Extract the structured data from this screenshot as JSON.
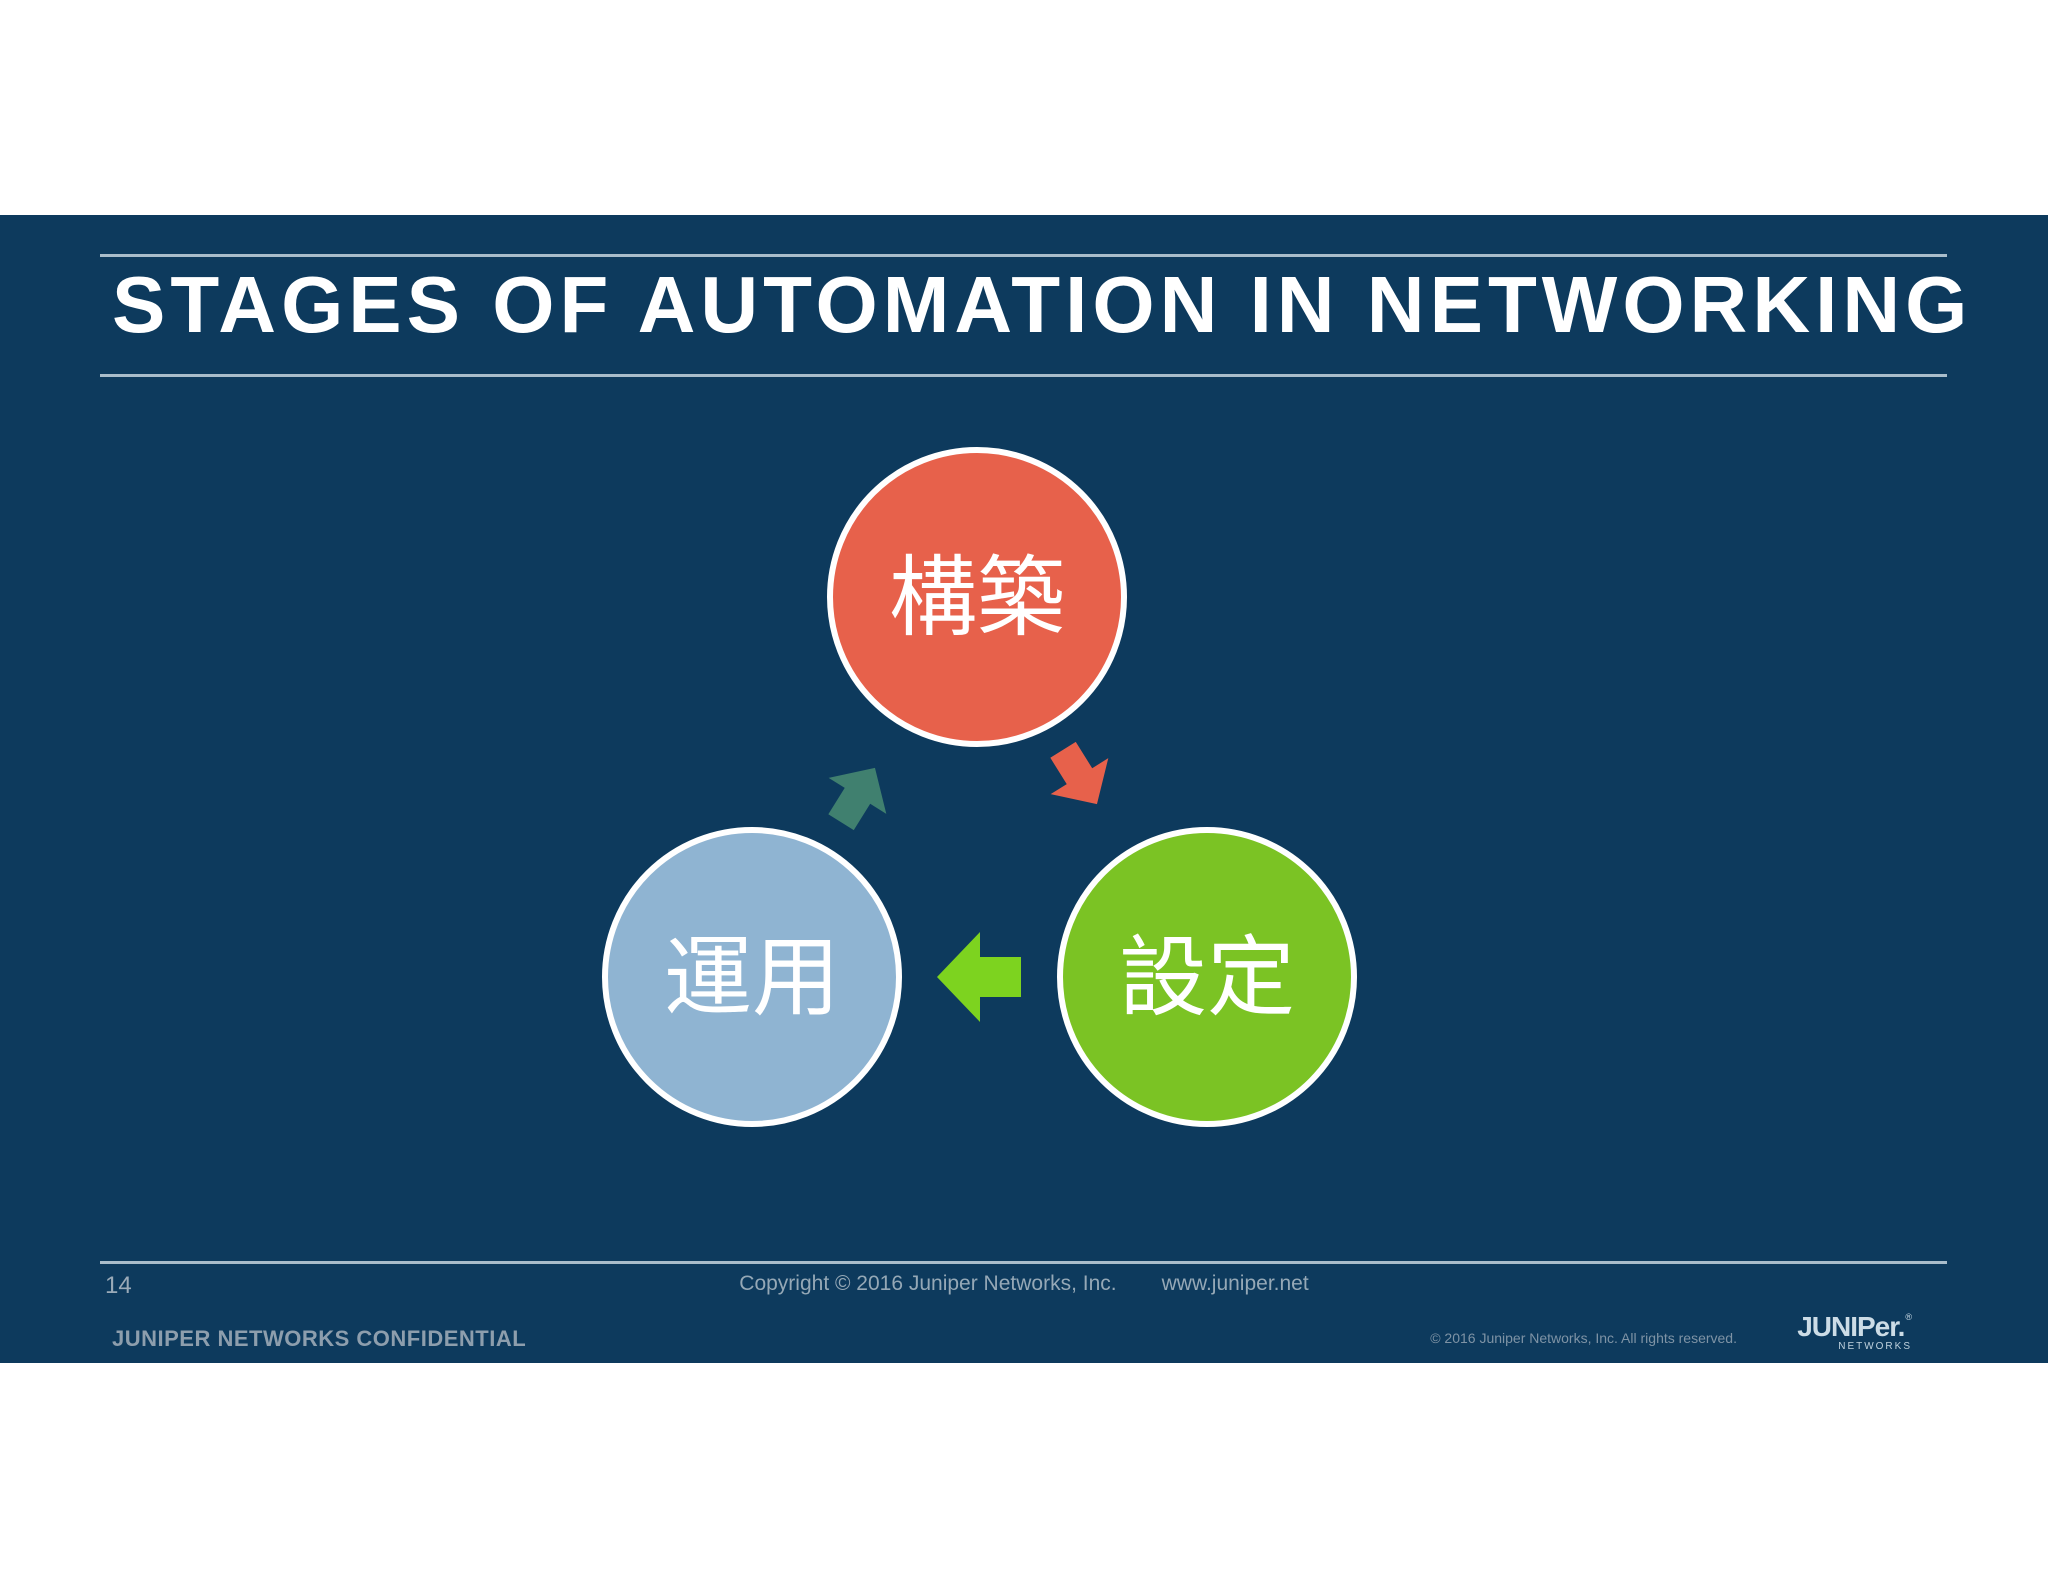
{
  "slide": {
    "title": "STAGES OF AUTOMATION IN NETWORKING",
    "page_number": "14",
    "footer": {
      "copyright": "Copyright © 2016 Juniper Networks, Inc.",
      "website": "www.juniper.net",
      "confidential": "JUNIPER NETWORKS CONFIDENTIAL",
      "rights": "© 2016 Juniper Networks, Inc. All rights reserved."
    },
    "logo": {
      "brand": "JUNIPer.",
      "registered": "®",
      "tagline": "NETWORKS"
    },
    "diagram": {
      "type": "cycle",
      "nodes": [
        {
          "id": "build",
          "label": "構築",
          "color": "#E7614B",
          "position": "top"
        },
        {
          "id": "configure",
          "label": "設定",
          "color": "#7BC324",
          "position": "bottom-right"
        },
        {
          "id": "operate",
          "label": "運用",
          "color": "#8FB4D2",
          "position": "bottom-left"
        }
      ],
      "arrows": [
        {
          "from": "build",
          "to": "configure",
          "color": "#E7614B"
        },
        {
          "from": "configure",
          "to": "operate",
          "color": "#7DD31F"
        },
        {
          "from": "operate",
          "to": "build",
          "color": "#40806F"
        }
      ]
    },
    "colors": {
      "background": "#0D3A5D",
      "rule": "#A9BDCB",
      "title": "#FFFFFF"
    }
  }
}
